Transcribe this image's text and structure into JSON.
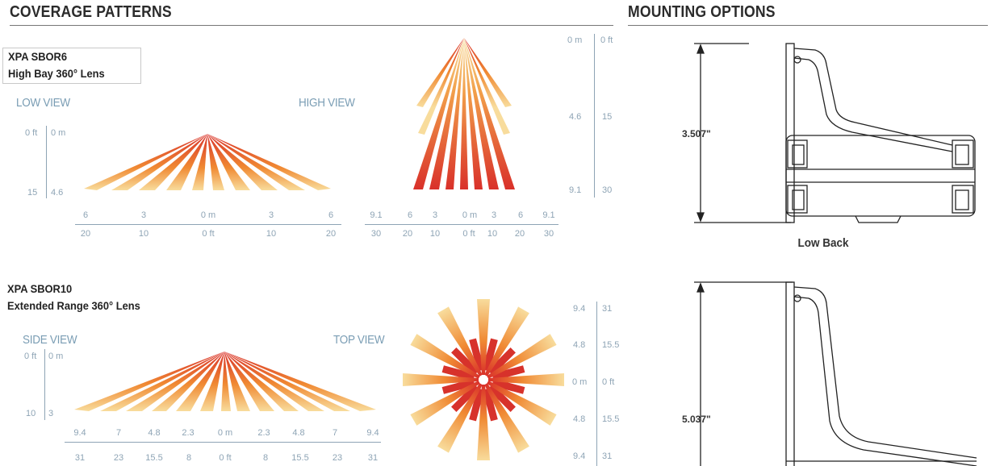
{
  "coverage": {
    "title": "COVERAGE PATTERNS",
    "sbor6": {
      "model": "XPA SBOR6",
      "lens": "High Bay 360° Lens",
      "low_view": {
        "label": "LOW VIEW",
        "v_ft": [
          "0 ft",
          "15"
        ],
        "v_m": [
          "0 m",
          "4.6"
        ],
        "x_m": [
          "6",
          "3",
          "0 m",
          "3",
          "6"
        ],
        "x_ft": [
          "20",
          "10",
          "0 ft",
          "10",
          "20"
        ]
      },
      "high_view": {
        "label": "HIGH VIEW",
        "x_m": [
          "9.1",
          "6",
          "3",
          "0 m",
          "3",
          "6",
          "9.1"
        ],
        "x_ft": [
          "30",
          "20",
          "10",
          "0 ft",
          "10",
          "20",
          "30"
        ],
        "v_m": [
          "0 m",
          "4.6",
          "9.1"
        ],
        "v_ft": [
          "0 ft",
          "15",
          "30"
        ]
      }
    },
    "sbor10": {
      "model": "XPA SBOR10",
      "lens": "Extended Range 360° Lens",
      "side_view": {
        "label": "SIDE VIEW",
        "v_ft": [
          "0 ft",
          "10"
        ],
        "v_m": [
          "0 m",
          "3"
        ],
        "x_m": [
          "9.4",
          "7",
          "4.8",
          "2.3",
          "0 m",
          "2.3",
          "4.8",
          "7",
          "9.4"
        ],
        "x_ft": [
          "31",
          "23",
          "15.5",
          "8",
          "0 ft",
          "8",
          "15.5",
          "23",
          "31"
        ]
      },
      "top_view": {
        "label": "TOP VIEW",
        "v_m": [
          "9.4",
          "4.8",
          "0 m",
          "4.8",
          "9.4"
        ],
        "v_ft": [
          "31",
          "15.5",
          "0 ft",
          "15.5",
          "31"
        ]
      }
    }
  },
  "mounting": {
    "title": "MOUNTING OPTIONS",
    "low_back": {
      "dimension": "3.507\"",
      "caption": "Low Back"
    },
    "high_back": {
      "dimension": "5.037\""
    }
  },
  "colors": {
    "beam_inner": "#d9312a",
    "beam_mid": "#f08a33",
    "beam_outer": "#f8dc9c",
    "axis": "#8ea4b5",
    "view_label": "#7a9db4"
  }
}
